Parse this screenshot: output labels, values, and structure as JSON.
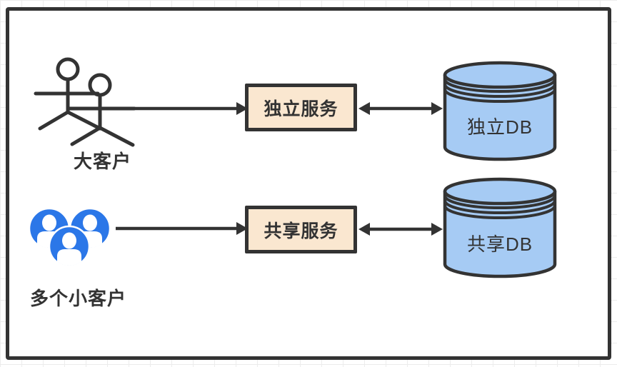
{
  "diagram": {
    "rows": [
      {
        "actor": "大客户",
        "service": "独立服务",
        "db": "独立DB"
      },
      {
        "actor": "多个小客户",
        "service": "共享服务",
        "db": "共享DB"
      }
    ],
    "icons": {
      "big_customer": "stick-figures-icon",
      "small_customers": "people-circles-icon"
    },
    "colors": {
      "stroke_dark": "#333333",
      "service_box_fill": "#fae7d0",
      "db_cylinder_fill": "#a6cbf4",
      "customers_icon_blue": "#2b77e8",
      "grid_line": "#ececec",
      "background": "#ffffff"
    }
  }
}
